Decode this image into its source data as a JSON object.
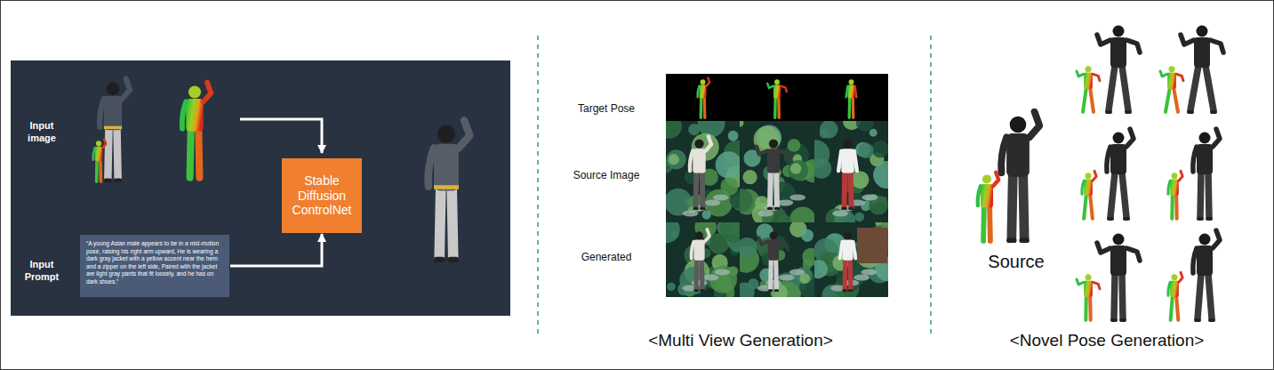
{
  "diagram": {
    "nodes": [
      {
        "text": [
          "Input image",
          "Input Prompt"
        ]
      },
      {
        "text": [
          "“A young Asian male appears to be in a mid-motion pose, raising his right arm upward, He is wearing a dark gray jacket with a yellow accent near the hem and a zipper on the left side, Paired with the jacket are light gray pants that fit loosely, and he has on dark shoes.”"
        ],
        "in": 0
      },
      {
        "text": [
          "Stable Diffusion ControlNet"
        ],
        "in": 0
      }
    ],
    "edges": [
      {
        "from": 1,
        "to": 2,
        "arrow": "to"
      }
    ],
    "labels": [
      "Target Pose",
      "Source Image",
      "Generated",
      "<Multi View Generation>",
      "Source",
      "<Novel Pose Generation>"
    ]
  }
}
